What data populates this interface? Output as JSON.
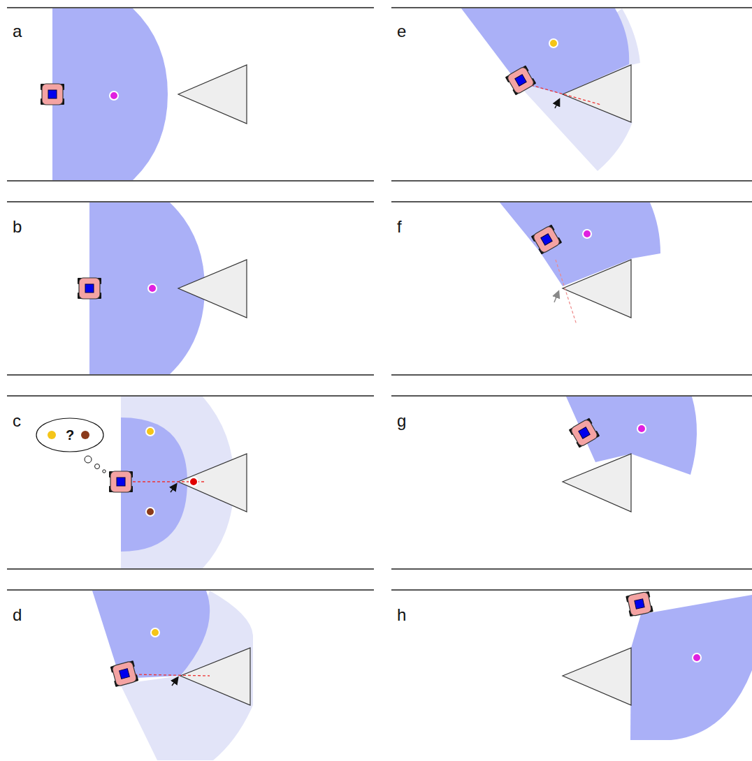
{
  "diagram": {
    "nodes": [
      {
        "text": [
          "?"
        ]
      }
    ],
    "labels": [
      "a",
      "b",
      "c",
      "d",
      "e",
      "f",
      "g",
      "h"
    ]
  }
}
